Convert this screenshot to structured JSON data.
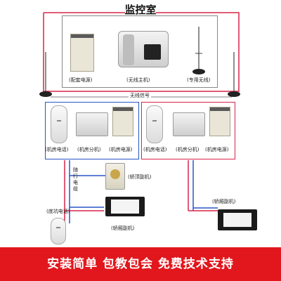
{
  "title": "监控室",
  "labels": {
    "psu_top": "(配套电源)",
    "host": "(无线主机)",
    "antenna": "(专用无线)",
    "signal": "无线信号",
    "left_phone": "(机房电话)",
    "left_ext": "(机房分机)",
    "left_psu": "(机房电源)",
    "right_phone": "(机房电话)",
    "right_ext": "(机房分机)",
    "right_psu": "(机房电源)",
    "cable": "随行电缆",
    "car_top": "(轿顶副机)",
    "pit_phone": "(底坑电话)",
    "car_ext_left": "(轿厢副机)",
    "car_ext_right": "(轿厢副机)"
  },
  "banner": "安装简单  包教包会  免费技术支持",
  "colors": {
    "gray_box": "#888888",
    "red": "#d9234a",
    "blue": "#2855c8",
    "banner": "#e1171d"
  }
}
